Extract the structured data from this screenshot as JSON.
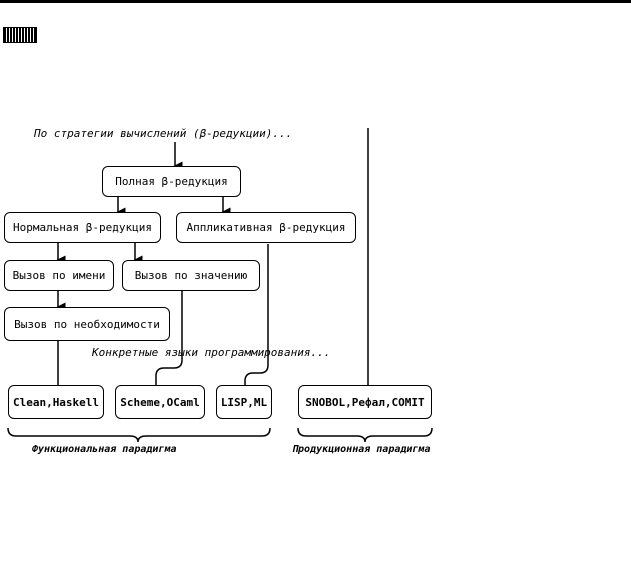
{
  "header": {
    "logo_text": ""
  },
  "notes": {
    "strategy": "По стратегии вычислений (β-редукции)...",
    "languages": "Конкретные языки программирования..."
  },
  "boxes": {
    "full": "Полная β-редукция",
    "normal": "Нормальная β-редукция",
    "applicative": "Аппликативная β-редукция",
    "by_name": "Вызов по имени",
    "by_value": "Вызов по значению",
    "by_need": "Вызов по необходимости",
    "clean_haskell": "Clean,Haskell",
    "scheme_ocaml": "Scheme,OCaml",
    "lisp_ml": "LISP,ML",
    "snobol": "SNOBOL,Рефал,COMIT"
  },
  "captions": {
    "functional": "Функциональная парадигма",
    "productional": "Продукционная парадигма"
  }
}
